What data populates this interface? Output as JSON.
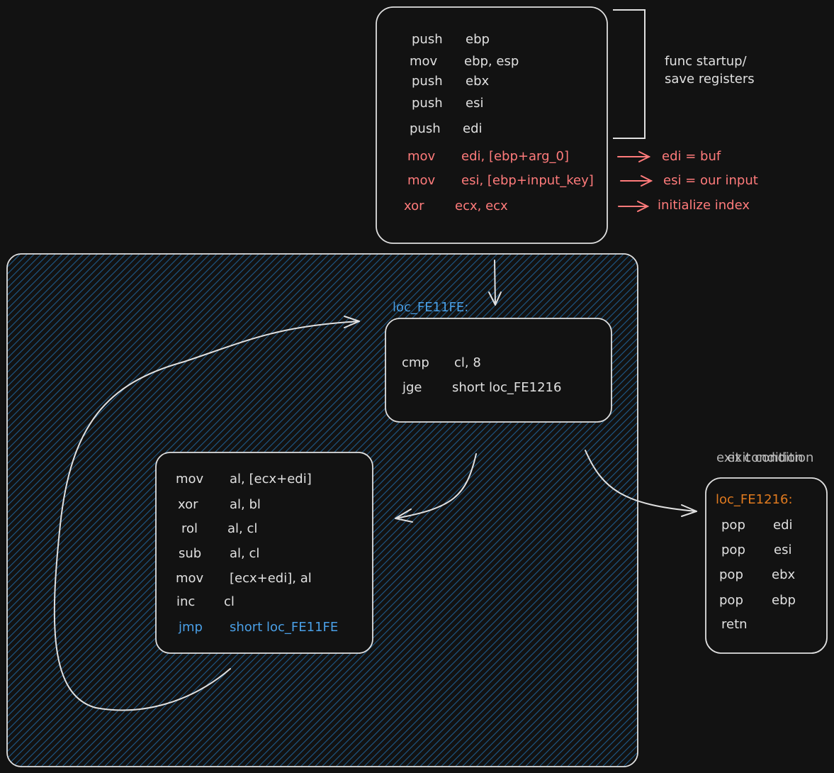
{
  "colors": {
    "background": "#121212",
    "stroke": "#e0e0e0",
    "highlight_red": "#ff7b7b",
    "label_blue": "#4a9fe6",
    "label_orange": "#e07a1f",
    "hatch": "#1e5a8a"
  },
  "prologue": {
    "lines": [
      {
        "op": "push",
        "args": "ebp"
      },
      {
        "op": "mov",
        "args": "ebp, esp"
      },
      {
        "op": "push",
        "args": "ebx"
      },
      {
        "op": "push",
        "args": "esi"
      },
      {
        "op": "push",
        "args": "edi"
      },
      {
        "op": "mov",
        "args": "edi, [ebp+arg_0]"
      },
      {
        "op": "mov",
        "args": "esi, [ebp+input_key]"
      },
      {
        "op": "xor",
        "args": "ecx, ecx"
      }
    ],
    "bracket_note": [
      "func startup/",
      "save registers"
    ],
    "arrow_notes": [
      "edi = buf",
      "esi = our input",
      "initialize index"
    ]
  },
  "loop_check": {
    "label": "loc_FE11FE:",
    "lines": [
      {
        "op": "cmp",
        "args": "cl, 8"
      },
      {
        "op": "jge",
        "args": "short loc_FE1216"
      }
    ]
  },
  "loop_body": {
    "lines": [
      {
        "op": "mov",
        "args": "al, [ecx+edi]"
      },
      {
        "op": "xor",
        "args": "al, bl"
      },
      {
        "op": "rol",
        "args": "al, cl"
      },
      {
        "op": "sub",
        "args": "al, cl"
      },
      {
        "op": "mov",
        "args": "[ecx+edi], al"
      },
      {
        "op": "inc",
        "args": "cl"
      },
      {
        "op": "jmp",
        "args": "short loc_FE11FE"
      }
    ]
  },
  "exit_block": {
    "caption_a": "exit condition",
    "caption_b": "exit condition",
    "label": "loc_FE1216:",
    "lines": [
      {
        "op": "pop",
        "args": "edi"
      },
      {
        "op": "pop",
        "args": "esi"
      },
      {
        "op": "pop",
        "args": "ebx"
      },
      {
        "op": "pop",
        "args": "ebp"
      },
      {
        "op": "retn",
        "args": ""
      }
    ]
  }
}
